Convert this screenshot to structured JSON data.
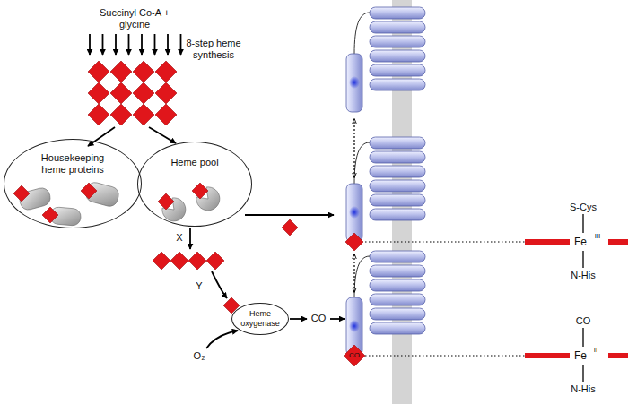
{
  "diagram": {
    "nodes": [
      {
        "text": [
          "Housekeeping heme proteins"
        ]
      },
      {
        "text": [
          "Heme pool"
        ]
      },
      {
        "text": [
          "Heme oxygenase"
        ]
      },
      {
        "text": [
          "CO"
        ]
      }
    ],
    "labels": [
      "Succinyl Co-A + glycine",
      "8-step heme synthesis",
      "X",
      "Y",
      "O₂",
      "CO",
      "S-Cys",
      "Fe",
      "III",
      "N-His",
      "CO",
      "Fe",
      "II",
      "N-His"
    ]
  }
}
